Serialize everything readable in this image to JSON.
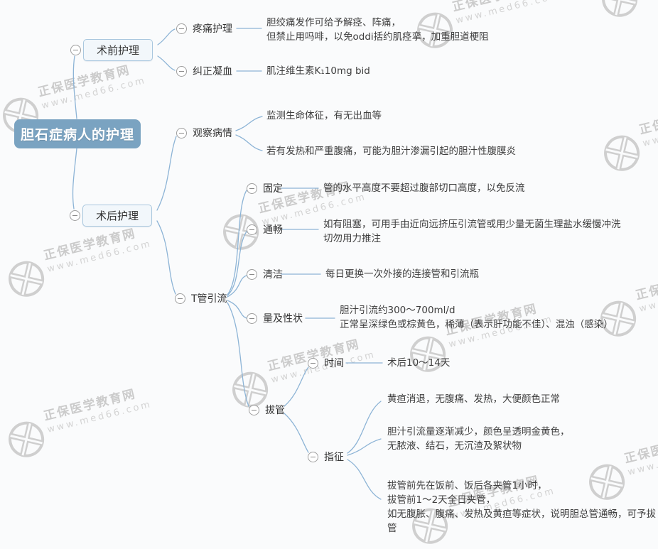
{
  "watermark": {
    "line1": "正保医学教育网",
    "line2": "www.med66.com"
  },
  "colors": {
    "root_bg": "#7aa3c1",
    "branch_line": "#8db4d6",
    "box_border": "#a9c7de",
    "box_bg": "#f2f7fb"
  },
  "tree": {
    "root": "胆石症病人的护理",
    "pre_op": {
      "label": "术前护理",
      "children": [
        {
          "label": "疼痛护理",
          "note": "胆绞痛发作可给予解痉、阵痛，\n但禁止用吗啡，以免oddi括约肌痉挛，加重胆道梗阻"
        },
        {
          "label": "纠正凝血",
          "note": "肌注维生素K₁10mg bid"
        }
      ]
    },
    "post_op": {
      "label": "术后护理",
      "children": [
        {
          "label": "观察病情",
          "notes": [
            "监测生命体征，有无出血等",
            "若有发热和严重腹痛，可能为胆汁渗漏引起的胆汁性腹膜炎"
          ]
        },
        {
          "label": "T管引流",
          "children": [
            {
              "label": "固定",
              "note": "管的水平高度不要超过腹部切口高度，以免反流"
            },
            {
              "label": "通畅",
              "note": "如有阻塞，可用手由近向远挤压引流管或用少量无菌生理盐水缓慢冲洗\n切勿用力推注"
            },
            {
              "label": "清洁",
              "note": "每日更换一次外接的连接管和引流瓶"
            },
            {
              "label": "量及性状",
              "note": "胆汁引流约300～700ml/d\n正常呈深绿色或棕黄色，稀薄（表示肝功能不佳）、混浊（感染）"
            },
            {
              "label": "拔管",
              "children": [
                {
                  "label": "时间",
                  "note": "术后10～14天"
                },
                {
                  "label": "指征",
                  "notes": [
                    "黄疸消退，无腹痛、发热，大便颜色正常",
                    "胆汁引流量逐渐减少，颜色呈透明金黄色，\n无脓液、结石，无沉渣及絮状物",
                    "拔管前先在饭前、饭后各夹管1小时，\n拔管前1～2天全日夹管，\n如无腹胀、腹痛、发热及黄疸等症状，说明胆总管通畅，可予拔管"
                  ]
                }
              ]
            }
          ]
        }
      ]
    }
  }
}
